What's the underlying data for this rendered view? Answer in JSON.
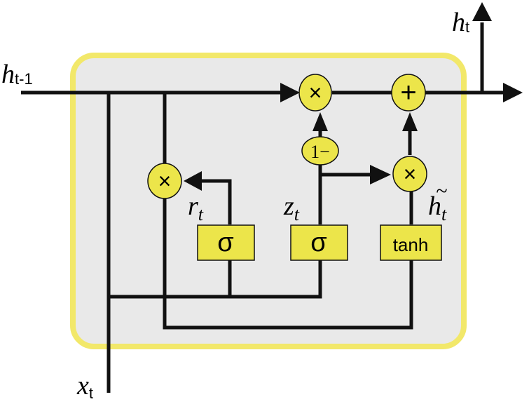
{
  "title": "GRU cell",
  "labels": {
    "h_prev": "h",
    "h_prev_sub": "t-1",
    "h_out": "h",
    "h_out_sub": "t",
    "x_in": "x",
    "x_in_sub": "t",
    "r": "r",
    "r_sub": "t",
    "z": "z",
    "z_sub": "t",
    "h_tilde": "h",
    "h_tilde_accent": "~",
    "h_tilde_sub": "t"
  },
  "gates": {
    "reset_sigma": "σ",
    "update_sigma": "σ",
    "tanh": "tanh"
  },
  "ops": {
    "mult_reset": "×",
    "mult_prev": "×",
    "mult_candidate": "×",
    "add": "+",
    "one_minus": "1−"
  },
  "colors": {
    "cell_fill": "#e9e9e9",
    "cell_border": "#f2e86a",
    "node_fill": "#ece54a",
    "line": "#111111"
  }
}
